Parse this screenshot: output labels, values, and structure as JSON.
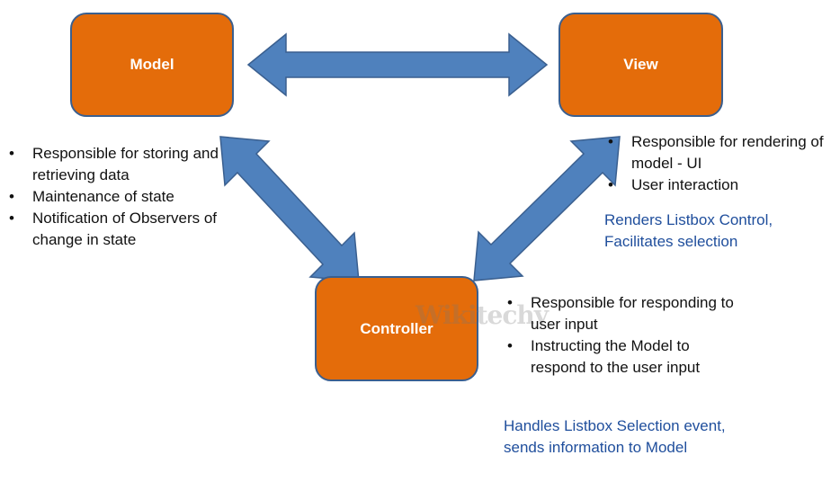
{
  "colors": {
    "box_fill": "#e46c0a",
    "box_border": "#3a5f8f",
    "arrow_fill": "#4f81bd",
    "arrow_stroke": "#3a5f8f",
    "note_text": "#111111",
    "blue_text": "#1f4e9c"
  },
  "model": {
    "label": "Model",
    "notes": [
      "Responsible for storing and retrieving data",
      "Maintenance of state",
      "Notification of Observers  of change in state"
    ]
  },
  "view": {
    "label": "View",
    "notes": [
      "Responsible for rendering of model - UI",
      "User interaction"
    ],
    "extra": "Renders Listbox Control, Facilitates selection"
  },
  "controller": {
    "label": "Controller",
    "notes": [
      "Responsible for responding to user input",
      "Instructing the Model to respond to the user input"
    ],
    "extra": "Handles  Listbox Selection event, sends information to Model"
  },
  "watermark": "Wikitechy"
}
